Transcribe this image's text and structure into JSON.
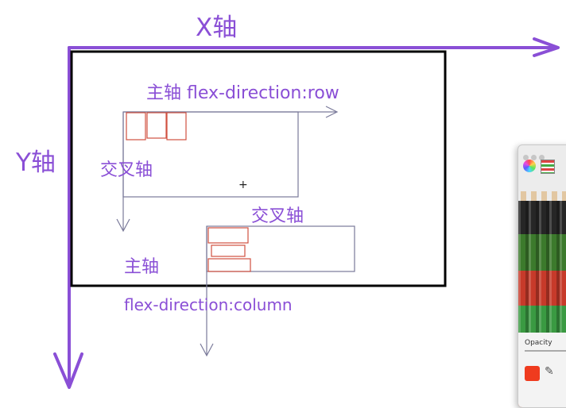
{
  "labels": {
    "x_axis": "X轴",
    "y_axis": "Y轴",
    "row_main_axis": "主轴 flex-direction:row",
    "row_cross_axis": "交叉轴",
    "column_cross_axis": "交叉轴",
    "column_main_axis": "主轴",
    "column_direction": "flex-direction:column",
    "cursor": "+"
  },
  "colors": {
    "label_purple": "#8a4fd6",
    "container_border": "#000000",
    "item_red": "#d05040",
    "thin_line": "#7a7a9a"
  },
  "colors_panel": {
    "opacity_label": "Opacity",
    "mode_icons": [
      "color-wheel-icon",
      "color-sliders-icon"
    ],
    "current_color": "#ef3b1e"
  }
}
